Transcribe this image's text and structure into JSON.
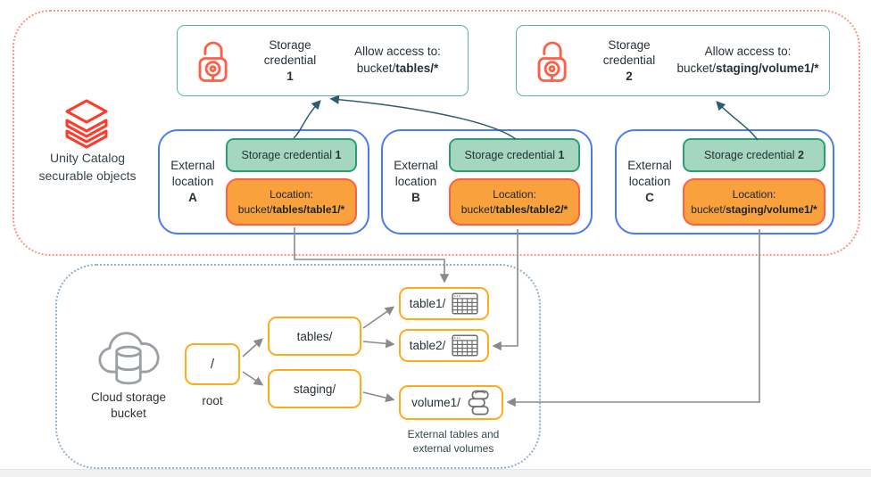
{
  "colors": {
    "accent_red": "#ff5f46",
    "brand_red": "#ff3a2a",
    "green_border": "#27a170",
    "green_fill": "#a5d6bf",
    "teal_box_border": "#57b893",
    "orange_fill": "#f9a13d",
    "blue_border": "#4b79f7",
    "amber_border": "#ffab1c",
    "dotted_red": "#ff9383",
    "dotted_blue": "#8fb0cc",
    "arrow_gray": "#8a8a8a",
    "arrow_slate": "#2e5d6d"
  },
  "icons": {
    "lock": "open-padlock-icon",
    "stack": "unity-catalog-stack-icon",
    "cloud": "cloud-database-icon",
    "table": "table-grid-icon",
    "volume": "volume-disks-icon"
  },
  "catalog": {
    "title_l1": "Unity Catalog",
    "title_l2": "securable objects",
    "credentials": [
      {
        "l1": "Storage",
        "l2": "credential",
        "num": "1",
        "allow": "Allow access to:",
        "path_prefix": "bucket/",
        "path_bold": "tables/*"
      },
      {
        "l1": "Storage",
        "l2": "credential",
        "num": "2",
        "allow": "Allow access to:",
        "path_prefix": "bucket/",
        "path_bold": "staging/volume1/*"
      }
    ],
    "locations": [
      {
        "l1": "External",
        "l2": "location",
        "letter": "A",
        "cred_label": "Storage credential",
        "cred_num": "1",
        "loc_label": "Location:",
        "loc_prefix": "bucket/",
        "loc_bold": "tables/table1/*"
      },
      {
        "l1": "External",
        "l2": "location",
        "letter": "B",
        "cred_label": "Storage credential",
        "cred_num": "1",
        "loc_label": "Location:",
        "loc_prefix": "bucket/",
        "loc_bold": "tables/table2/*"
      },
      {
        "l1": "External",
        "l2": "location",
        "letter": "C",
        "cred_label": "Storage credential",
        "cred_num": "2",
        "loc_label": "Location:",
        "loc_prefix": "bucket/",
        "loc_bold": "staging/volume1/*"
      }
    ]
  },
  "bucket": {
    "title_l1": "Cloud storage",
    "title_l2": "bucket",
    "root_text": "/",
    "root_caption": "root",
    "folders": [
      {
        "label": "tables/"
      },
      {
        "label": "staging/"
      }
    ],
    "leaves": [
      {
        "label": "table1/"
      },
      {
        "label": "table2/"
      },
      {
        "label": "volume1/"
      }
    ],
    "caption_l1": "External tables and",
    "caption_l2": "external volumes"
  }
}
